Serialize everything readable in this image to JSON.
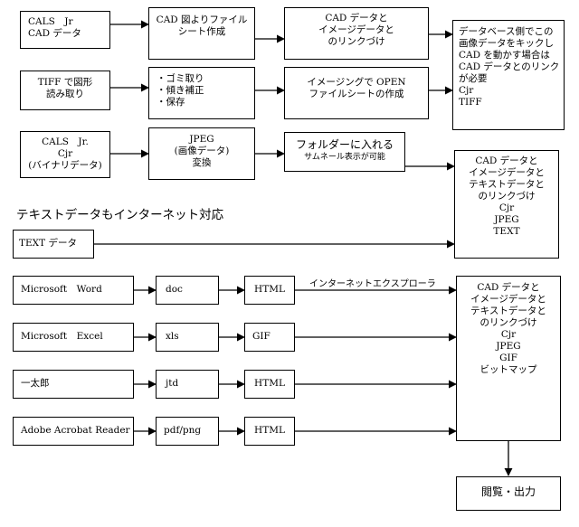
{
  "row1": {
    "source": [
      "CALS　Jr",
      "CAD データ"
    ],
    "step1": [
      "CAD 図よりファイル",
      "シート作成"
    ],
    "step2": [
      "CAD データと",
      "イメージデータと",
      "のリンクづけ"
    ]
  },
  "row2": {
    "source": [
      "TIFF で図形",
      "読み取り"
    ],
    "step1": [
      "・ゴミ取り",
      "・傾き補正",
      "・保存"
    ],
    "step2": [
      "イメージングで OPEN",
      "ファイルシートの作成"
    ]
  },
  "row3": {
    "source": [
      "CALS　Jr.",
      "Cjr",
      "(バイナリデータ)"
    ],
    "step1": [
      "JPEG",
      "(画像データ)",
      "変換"
    ],
    "step2_title": "フォルダーに入れる",
    "step2_sub": "サムネール表示が可能"
  },
  "db_box": [
    "データベース側でこの",
    "画像データをキックし",
    "CAD を動かす場合は",
    "CAD データとのリンク",
    "が必要",
    "Cjr",
    "TIFF"
  ],
  "mid_box": [
    "CAD データと",
    "イメージデータと",
    "テキストデータと",
    "のリンクづけ",
    "Cjr",
    "JPEG",
    "TEXT"
  ],
  "section_heading": "テキストデータもインターネット対応",
  "text_data": "TEXT データ",
  "office": [
    {
      "app": "Microsoft　Word",
      "ext": "doc",
      "out": "HTML"
    },
    {
      "app": "Microsoft　Excel",
      "ext": "xls",
      "out": "GIF"
    },
    {
      "app": "一太郎",
      "ext": "jtd",
      "out": "HTML"
    },
    {
      "app": "Adobe Acrobat Reader",
      "ext": "pdf/png",
      "out": "HTML"
    }
  ],
  "browser_label": "インターネットエクスプローラ",
  "bottom_box": [
    "CAD データと",
    "イメージデータと",
    "テキストデータと",
    "のリンクづけ",
    "Cjr",
    "JPEG",
    "GIF",
    "ビットマップ"
  ],
  "output_box": "閲覧・出力"
}
